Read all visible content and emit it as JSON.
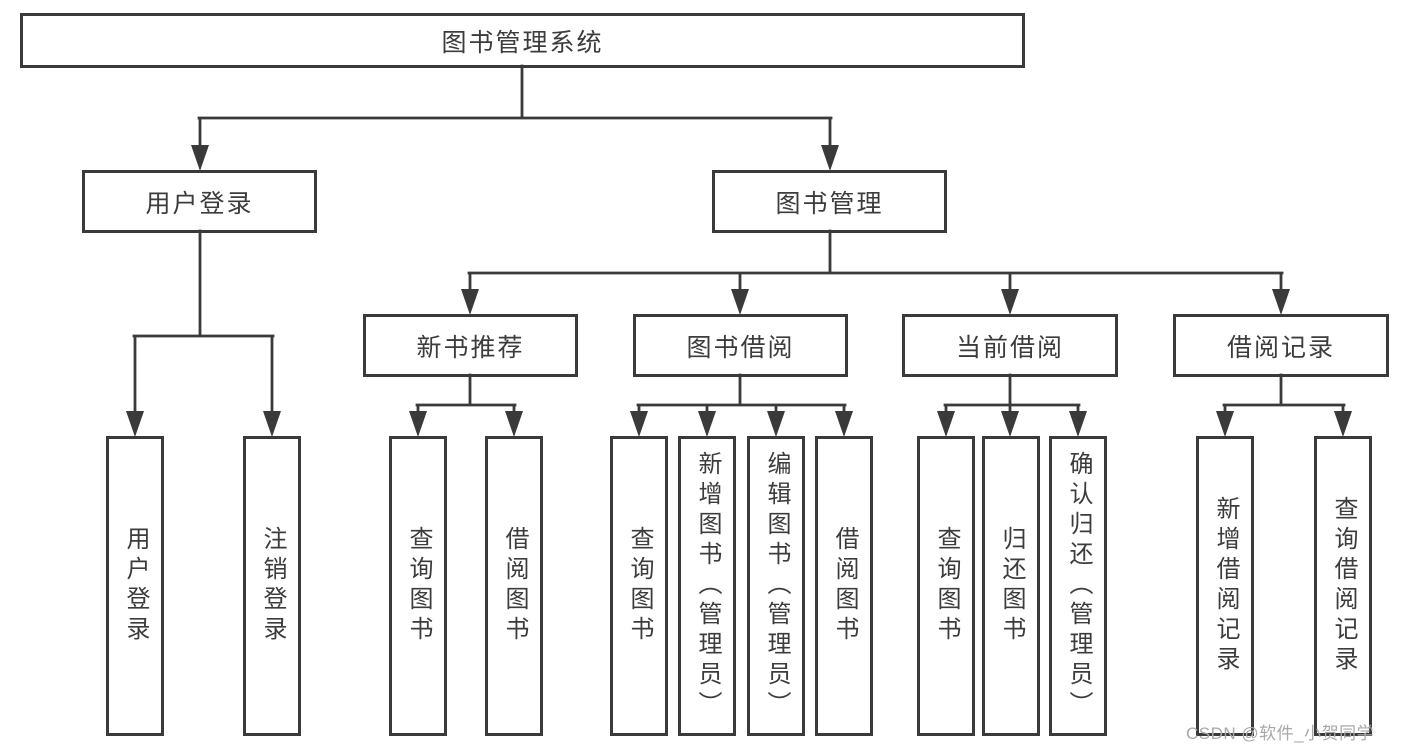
{
  "root": {
    "label": "图书管理系统"
  },
  "level2": [
    {
      "label": "用户登录"
    },
    {
      "label": "图书管理"
    }
  ],
  "level3": [
    {
      "label": "新书推荐",
      "parent": "图书管理"
    },
    {
      "label": "图书借阅",
      "parent": "图书管理"
    },
    {
      "label": "当前借阅",
      "parent": "图书管理"
    },
    {
      "label": "借阅记录",
      "parent": "图书管理"
    }
  ],
  "level4": [
    {
      "label": "用户登录",
      "parent": "用户登录"
    },
    {
      "label": "注销登录",
      "parent": "用户登录"
    },
    {
      "label": "查询图书",
      "parent": "新书推荐"
    },
    {
      "label": "借阅图书",
      "parent": "新书推荐"
    },
    {
      "label": "查询图书",
      "parent": "图书借阅"
    },
    {
      "label": "新增图书（管理员）",
      "parent": "图书借阅"
    },
    {
      "label": "编辑图书（管理员）",
      "parent": "图书借阅"
    },
    {
      "label": "借阅图书",
      "parent": "图书借阅"
    },
    {
      "label": "查询图书",
      "parent": "当前借阅"
    },
    {
      "label": "归还图书",
      "parent": "当前借阅"
    },
    {
      "label": "确认归还（管理员）",
      "parent": "当前借阅"
    },
    {
      "label": "新增借阅记录",
      "parent": "借阅记录"
    },
    {
      "label": "查询借阅记录",
      "parent": "借阅记录"
    }
  ],
  "watermark": {
    "text": "CSDN @软件_小贺同学"
  },
  "colors": {
    "line": "#3a3a3a",
    "text": "#3c3c3c",
    "watermark": "#a9a9a9",
    "background": "#ffffff"
  }
}
